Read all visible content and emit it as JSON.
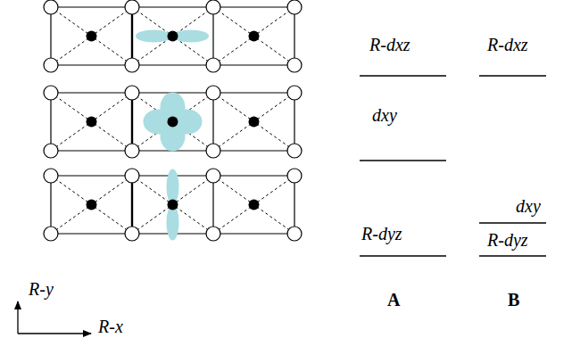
{
  "diagram": {
    "labels": [
      "R-dxz",
      "dxy",
      "R-dyz",
      "A",
      "R-dxz",
      "dxy",
      "R-dyz",
      "B",
      "R-y",
      "R-x"
    ]
  }
}
